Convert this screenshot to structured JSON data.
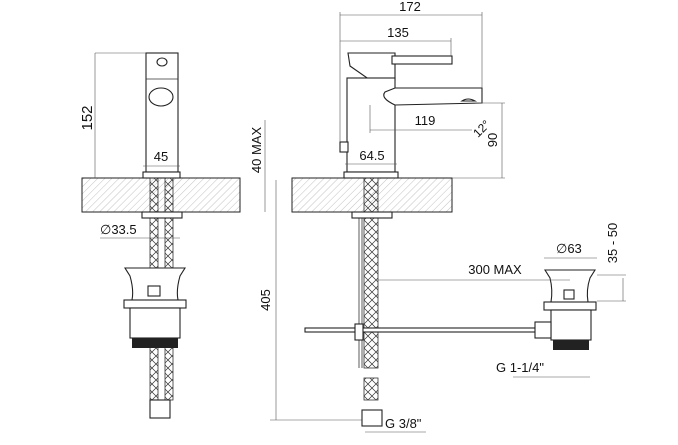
{
  "dimensions": {
    "height_total": "152",
    "body_width": "45",
    "deck_max": "40 MAX",
    "hole_diameter": "33.5",
    "hose_length": "405",
    "overall_depth": "172",
    "lever_depth": "135",
    "spout_reach": "119",
    "spout_angle": "12°",
    "spout_height": "90",
    "base_width": "64.5",
    "rod_max": "300 MAX",
    "waste_diameter": "63",
    "waste_height": "35 - 50",
    "waste_thread": "G 1-1/4\"",
    "hose_thread": "G 3/8\""
  }
}
